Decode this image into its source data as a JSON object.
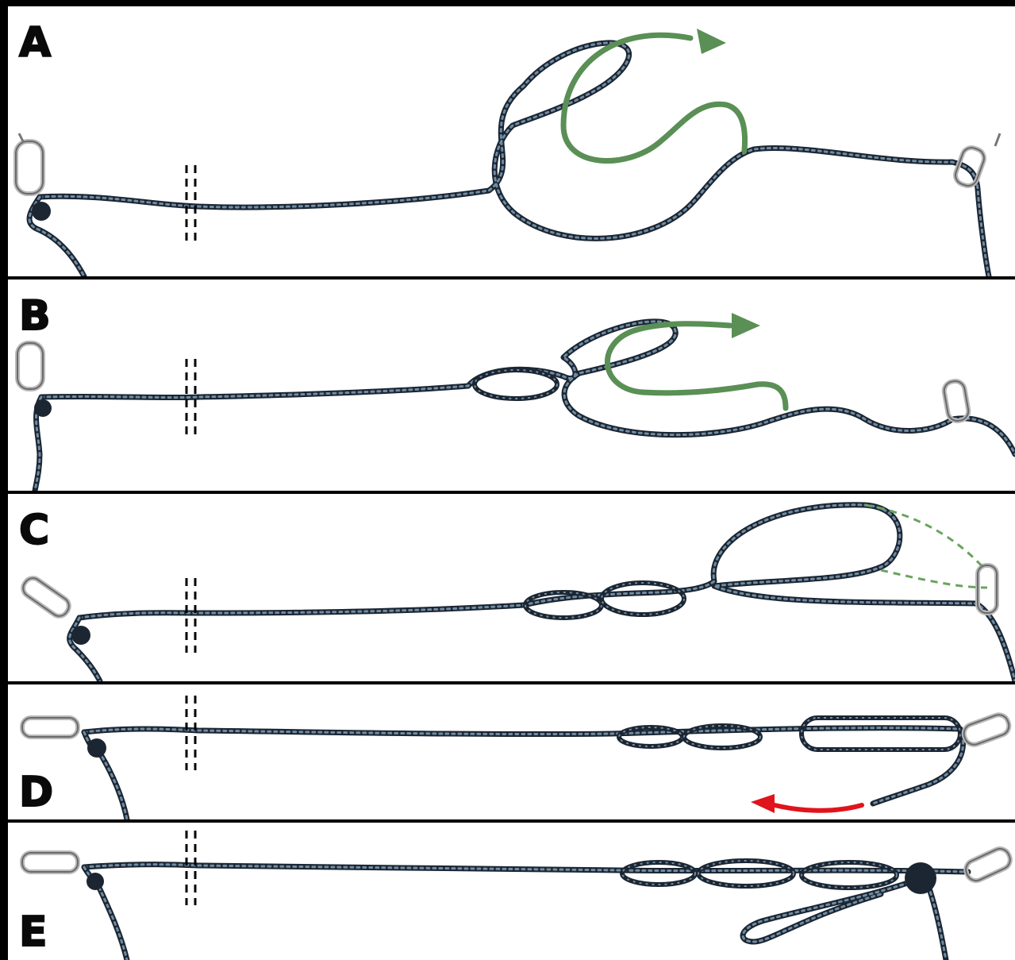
{
  "figure": {
    "panels": [
      {
        "id": "A",
        "label": "A"
      },
      {
        "id": "B",
        "label": "B"
      },
      {
        "id": "C",
        "label": "C"
      },
      {
        "id": "D",
        "label": "D"
      },
      {
        "id": "E",
        "label": "E"
      }
    ]
  },
  "colors": {
    "background": "#000000",
    "panel": "#ffffff",
    "rope": "#2b3a4a",
    "rope_fleck": "#6f8ca3",
    "guide_arrow": "#5a8f55",
    "guide_dashed": "#6aa35e",
    "pull_arrow": "#e0141c",
    "carabiner": "#b9b9b9"
  },
  "icons": [
    "carabiner-icon",
    "rope-break-icon",
    "curved-arrow-icon",
    "dashed-guide-icon",
    "pull-arrow-icon"
  ]
}
